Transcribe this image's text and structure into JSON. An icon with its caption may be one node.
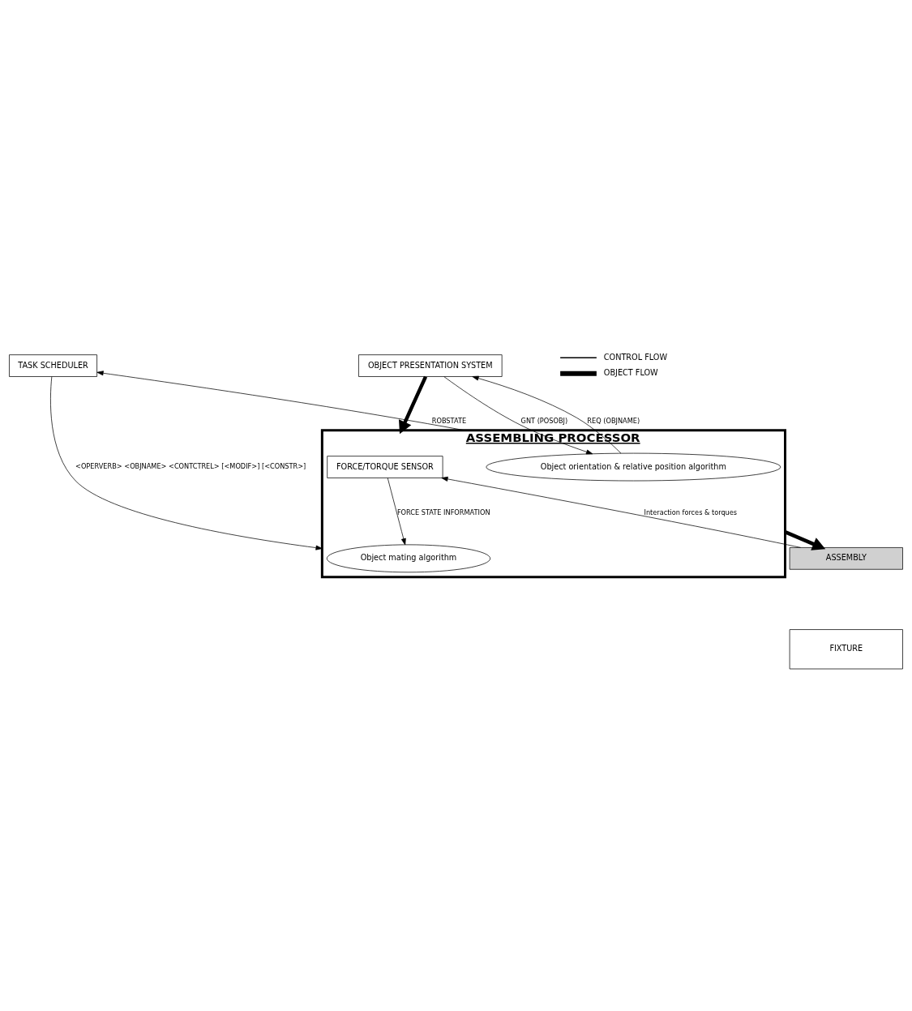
{
  "diagram": {
    "nodes": [
      {
        "text": [
          "TASK SCHEDULER"
        ]
      },
      {
        "text": [
          "OBJECT PRESENTATION SYSTEM"
        ]
      },
      {
        "text": [
          "ASSEMBLING PROCESSOR"
        ]
      },
      {
        "text": [
          "Object orientation & relative position algorithm"
        ],
        "in": 2
      },
      {
        "text": [
          "Object mating algorithm"
        ],
        "in": 2
      },
      {
        "text": [
          "FORCE/TORQUE SENSOR"
        ],
        "in": 2
      },
      {
        "text": [
          "ASSEMBLY"
        ]
      },
      {
        "text": [
          "FIXTURE"
        ]
      }
    ],
    "edges": [
      {
        "from": 0,
        "to": 2,
        "arrow": "to",
        "label": "<OPERVERB> <OBJNAME> <CONTCTREL> [<MODIF>] [<CONSTR>]"
      },
      {
        "from": 2,
        "to": 0,
        "arrow": "to",
        "label": "ROBSTATE"
      },
      {
        "from": 1,
        "to": 3,
        "arrow": "to",
        "label": "GNT (POSOBJ)"
      },
      {
        "from": 3,
        "to": 1,
        "arrow": "to",
        "label": "REQ (OBJNAME)"
      },
      {
        "from": 1,
        "to": 2,
        "arrow": "to",
        "style": "thick"
      },
      {
        "from": 2,
        "to": 6,
        "arrow": "to",
        "style": "thick"
      },
      {
        "from": 6,
        "to": 5,
        "arrow": "to",
        "label": "Interaction forces & torques"
      },
      {
        "from": 5,
        "to": 4,
        "arrow": "to",
        "label": "FORCE STATE INFORMATION"
      }
    ],
    "legend": [
      {
        "text": "CONTROL FLOW"
      },
      {
        "text": "OBJECT FLOW"
      }
    ]
  }
}
